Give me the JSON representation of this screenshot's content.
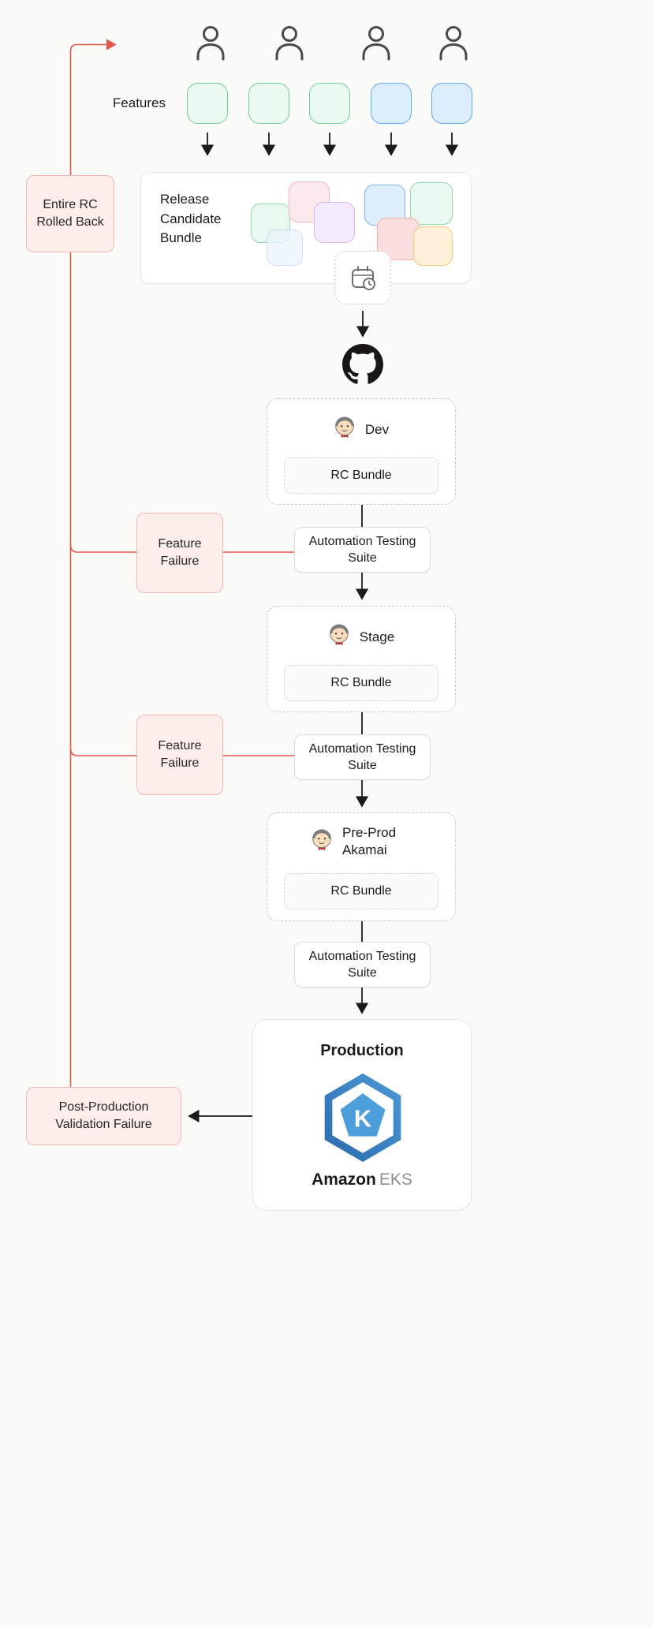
{
  "palette": {
    "background": "#FAFAF8",
    "accent_red": "#E2574C",
    "failure_bg": "#FDEDEB",
    "failure_border": "#F3B9B1",
    "feature_green_border": "#6FCE98",
    "feature_green_bg": "#EAF9F0",
    "feature_blue_border": "#5FA8EA",
    "feature_blue_bg": "#DCEEFC",
    "arrow_black": "#1b1b1b"
  },
  "features": {
    "label": "Features",
    "user_count": 4,
    "chips": [
      "green",
      "green",
      "green",
      "blue",
      "blue"
    ]
  },
  "release_bundle": {
    "title": "Release Candidate Bundle",
    "calendar_icon": "calendar-clock-icon"
  },
  "source_control": {
    "icon": "github-icon"
  },
  "environments": [
    {
      "name": "Dev",
      "bundle": "RC Bundle",
      "icon": "jenkins-icon"
    },
    {
      "name": "Stage",
      "bundle": "RC Bundle",
      "icon": "jenkins-icon"
    },
    {
      "name": "Pre-Prod Akamai",
      "bundle": "RC Bundle",
      "icon": "jenkins-icon"
    }
  ],
  "testing": {
    "label": "Automation Testing Suite"
  },
  "production": {
    "title": "Production",
    "logo_icon": "amazon-eks-logo",
    "brand_bold": "Amazon",
    "brand_light": "EKS"
  },
  "failures": {
    "entire_rc": "Entire RC Rolled Back",
    "feature": "Feature Failure",
    "post_production": "Post-Production Validation Failure"
  }
}
